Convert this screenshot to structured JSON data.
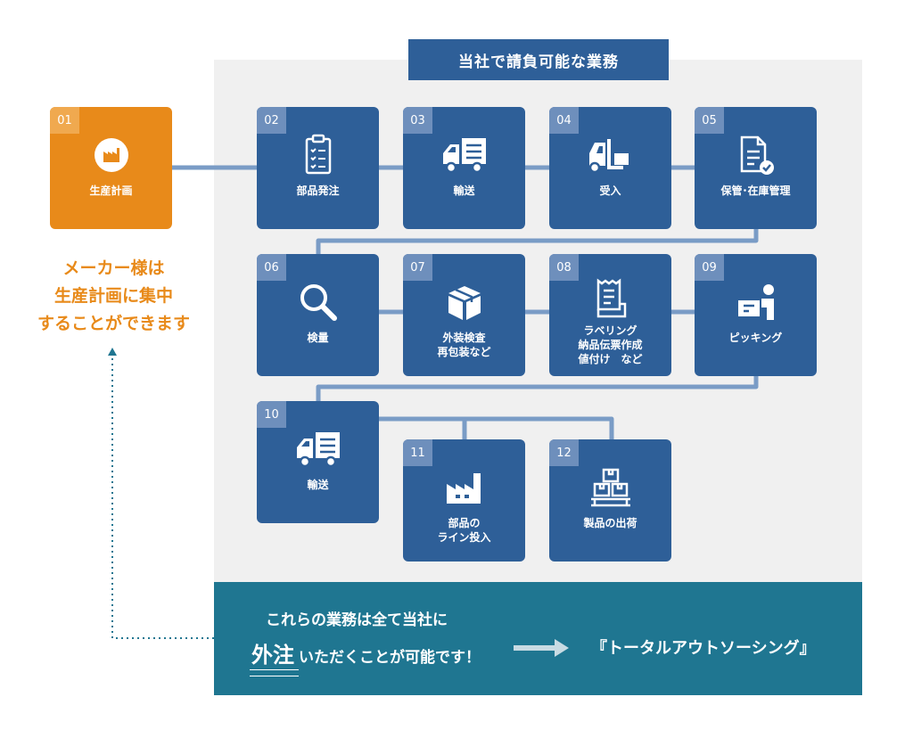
{
  "header": {
    "title": "当社で請負可能な業務"
  },
  "steps": [
    {
      "num": "01",
      "label": "生産計画",
      "icon": "factory-icon"
    },
    {
      "num": "02",
      "label": "部品発注",
      "icon": "clipboard-icon"
    },
    {
      "num": "03",
      "label": "輸送",
      "icon": "truck-icon"
    },
    {
      "num": "04",
      "label": "受入",
      "icon": "forklift-icon"
    },
    {
      "num": "05",
      "label": "保管･在庫管理",
      "icon": "document-check-icon"
    },
    {
      "num": "06",
      "label": "検量",
      "icon": "magnifier-icon"
    },
    {
      "num": "07",
      "label": "外装検査\n再包装など",
      "icon": "box-icon"
    },
    {
      "num": "08",
      "label": "ラベリング\n納品伝票作成\n値付け　など",
      "icon": "receipt-icon"
    },
    {
      "num": "09",
      "label": "ピッキング",
      "icon": "picker-icon"
    },
    {
      "num": "10",
      "label": "輸送",
      "icon": "truck-icon"
    },
    {
      "num": "11",
      "label": "部品の\nライン投入",
      "icon": "factory-building-icon"
    },
    {
      "num": "12",
      "label": "製品の出荷",
      "icon": "stacked-boxes-icon"
    }
  ],
  "side_message": "メーカー様は\n生産計画に集中\nすることができます",
  "banner": {
    "line1": "これらの業務は全て当社に",
    "emphasis": "外注",
    "line2_rest": "いただくことが可能です！",
    "tagline": "『トータルアウトソーシング』"
  },
  "colors": {
    "primary": "#2e5f98",
    "accent": "#e88a1a",
    "banner": "#1f7691",
    "connector": "#7a9cc6",
    "panel": "#f0f0f0"
  }
}
